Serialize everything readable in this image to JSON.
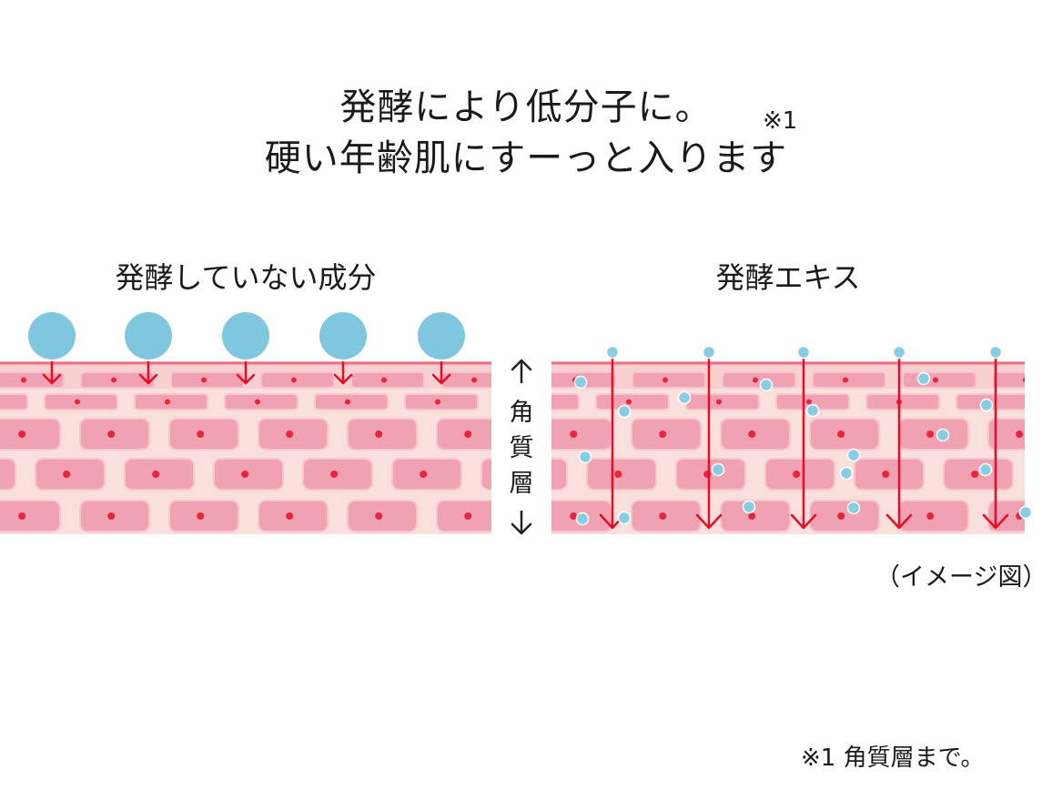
{
  "heading": {
    "line1": "発酵により低分子に。",
    "line2": "硬い年齢肌にすーっと入ります",
    "note_mark": "※1"
  },
  "panels": {
    "left_label": "発酵していない成分",
    "right_label": "発酵エキス"
  },
  "stratum_label": {
    "up_arrow": "↑",
    "chars": [
      "角",
      "質",
      "層"
    ],
    "down_arrow": "↓"
  },
  "caption": "（イメージ図）",
  "footnote": "※1 角質層まで。",
  "colors": {
    "skin_bg": "#fae0dc",
    "cell": "#f0a2b2",
    "cell_edge": "#f8c4cd",
    "nucleus": "#e5263e",
    "surface_line": "#ec6f86",
    "molecule_large": "#7fc7de",
    "molecule_small": "#88cde2",
    "arrow": "#e60d25"
  }
}
